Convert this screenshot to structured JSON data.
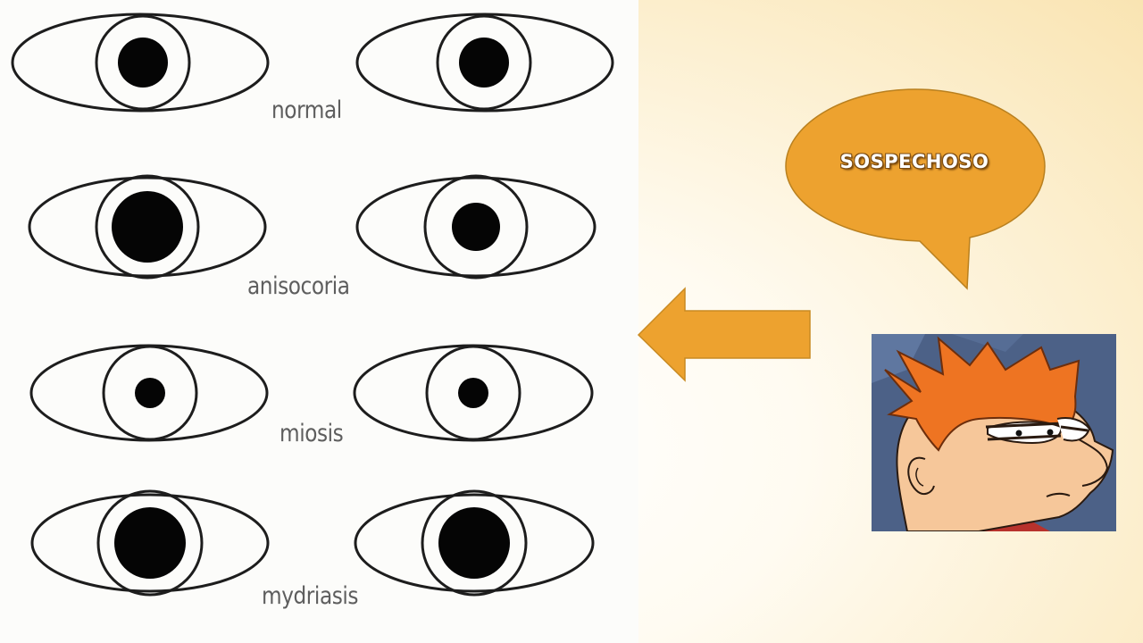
{
  "diagram": {
    "rows": [
      {
        "label": "normal",
        "left_pupil": "normal",
        "right_pupil": "normal"
      },
      {
        "label": "anisocoria",
        "left_pupil": "dilated",
        "right_pupil": "normal"
      },
      {
        "label": "miosis",
        "left_pupil": "constricted",
        "right_pupil": "constricted"
      },
      {
        "label": "mydriasis",
        "left_pupil": "dilated",
        "right_pupil": "dilated"
      }
    ]
  },
  "callout": {
    "text": "SOSPECHOSO",
    "color": "#eda22f"
  },
  "arrow": {
    "direction": "left",
    "color": "#eda22f"
  },
  "image": {
    "subject": "squinting cartoon face (Fry meme)",
    "icon": "suspicious-face-icon"
  },
  "colors": {
    "eye_stroke": "#1d1d1d",
    "pupil": "#050505",
    "label_text": "#5e5e5e",
    "slide_background": "#fcefcf"
  }
}
